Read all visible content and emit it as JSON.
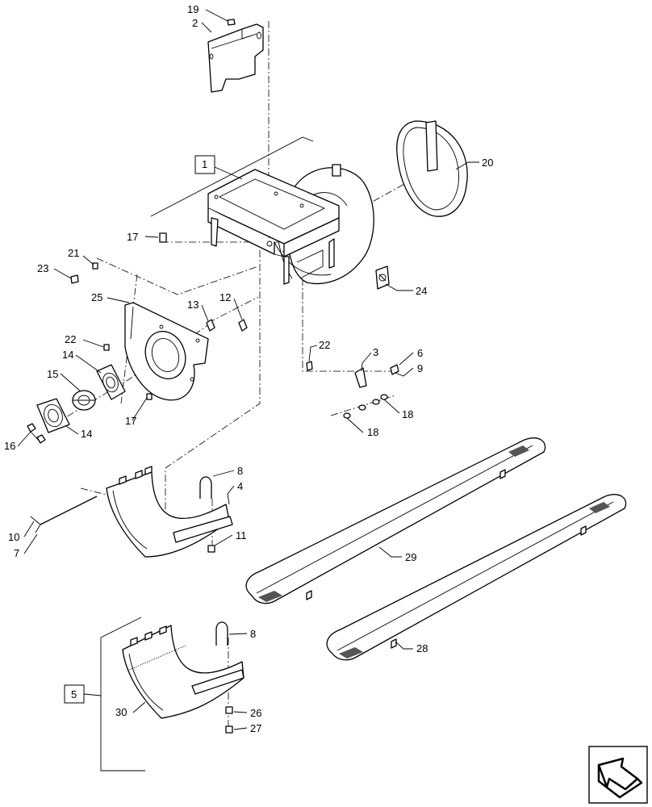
{
  "diagram": {
    "callouts": [
      {
        "id": "c19",
        "text": "19"
      },
      {
        "id": "c2",
        "text": "2"
      },
      {
        "id": "c1",
        "text": "1"
      },
      {
        "id": "c20",
        "text": "20"
      },
      {
        "id": "c17a",
        "text": "17"
      },
      {
        "id": "c21",
        "text": "21"
      },
      {
        "id": "c23",
        "text": "23"
      },
      {
        "id": "c24",
        "text": "24"
      },
      {
        "id": "c25",
        "text": "25"
      },
      {
        "id": "c13",
        "text": "13"
      },
      {
        "id": "c12",
        "text": "12"
      },
      {
        "id": "c22a",
        "text": "22"
      },
      {
        "id": "c22b",
        "text": "22"
      },
      {
        "id": "c3",
        "text": "3"
      },
      {
        "id": "c6",
        "text": "6"
      },
      {
        "id": "c9",
        "text": "9"
      },
      {
        "id": "c14a",
        "text": "14"
      },
      {
        "id": "c15",
        "text": "15"
      },
      {
        "id": "c17b",
        "text": "17"
      },
      {
        "id": "c18a",
        "text": "18"
      },
      {
        "id": "c18b",
        "text": "18"
      },
      {
        "id": "c16",
        "text": "16"
      },
      {
        "id": "c14b",
        "text": "14"
      },
      {
        "id": "c8a",
        "text": "8"
      },
      {
        "id": "c4",
        "text": "4"
      },
      {
        "id": "c11",
        "text": "11"
      },
      {
        "id": "c10",
        "text": "10"
      },
      {
        "id": "c7",
        "text": "7"
      },
      {
        "id": "c29",
        "text": "29"
      },
      {
        "id": "c8b",
        "text": "8"
      },
      {
        "id": "c5",
        "text": "5"
      },
      {
        "id": "c26",
        "text": "26"
      },
      {
        "id": "c30",
        "text": "30"
      },
      {
        "id": "c27",
        "text": "27"
      },
      {
        "id": "c28",
        "text": "28"
      }
    ],
    "nav_icon": "arrow-corner-icon"
  }
}
